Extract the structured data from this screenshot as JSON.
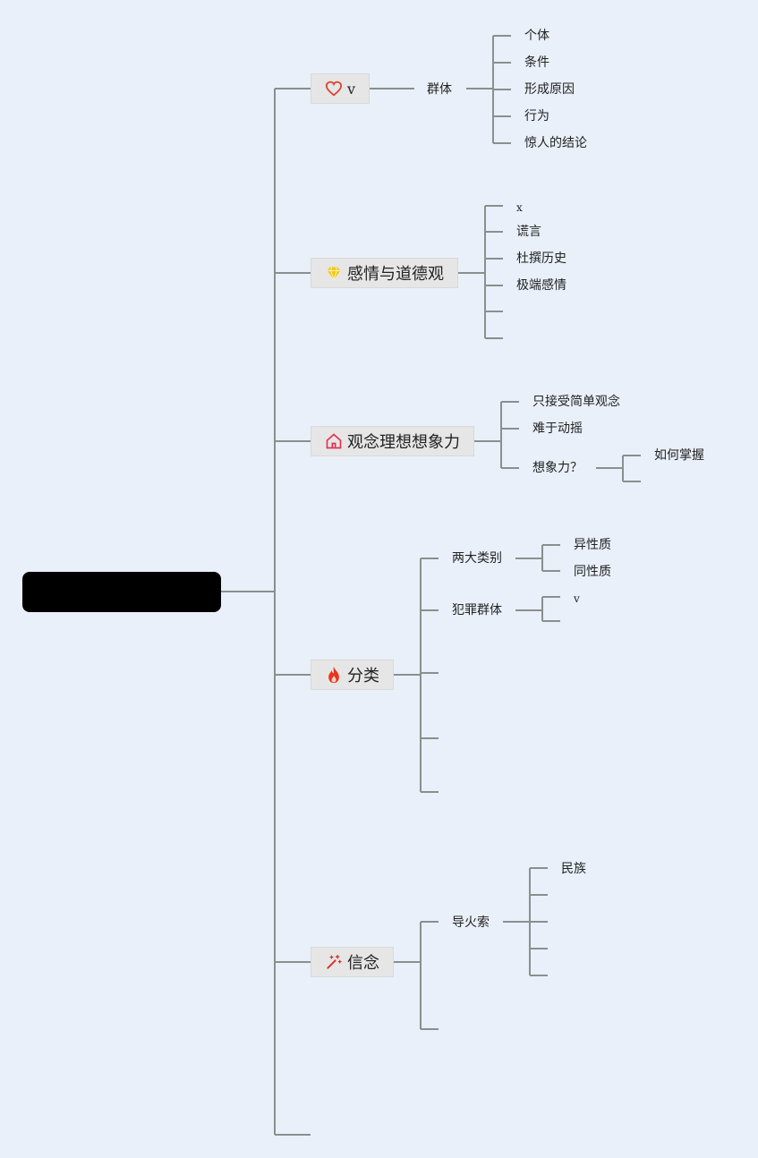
{
  "topics": {
    "t1": {
      "label": "v",
      "icon": "heart-icon",
      "color": "#e0432f"
    },
    "t2": {
      "label": "感情与道德观",
      "icon": "diamond-icon",
      "color": "#f2c81a"
    },
    "t3": {
      "label": "观念理想想象力",
      "icon": "house-icon",
      "color": "#e0344f"
    },
    "t4": {
      "label": "分类",
      "icon": "flame-icon",
      "color": "#e8341f"
    },
    "t5": {
      "label": "信念",
      "icon": "magic-wand-icon",
      "color": "#d8352a"
    }
  },
  "branch1": {
    "child": "群体",
    "leaves": [
      "个体",
      "条件",
      "形成原因",
      "行为",
      "惊人的结论"
    ]
  },
  "branch2": {
    "leaves": [
      "x",
      "谎言",
      "杜撰历史",
      "极端感情"
    ]
  },
  "branch3": {
    "leaves": [
      "只接受简单观念",
      "难于动摇",
      "想象力？"
    ],
    "sub": "如何掌握"
  },
  "branch4": {
    "child1": "两大类别",
    "child1_leaves": [
      "异性质",
      "同性质"
    ],
    "child2": "犯罪群体",
    "child2_leaf": "v"
  },
  "branch5": {
    "child": "导火索",
    "leaf": "民族"
  }
}
